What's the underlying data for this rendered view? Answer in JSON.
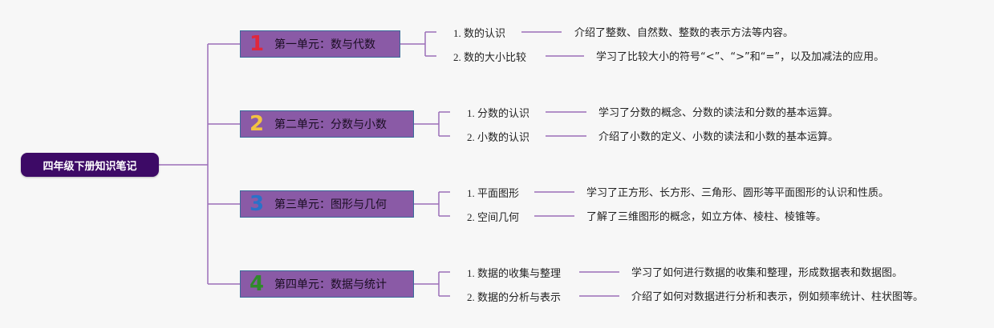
{
  "root": {
    "label": "四年级下册知识笔记"
  },
  "colors": {
    "line": "#9b6fb8",
    "root_bg": "#3d0a66",
    "unit_bg": "#8a5aa6",
    "unit_border": "#3a6a9a",
    "num1": "#e0283c",
    "num2": "#f2c341",
    "num3": "#2a72c8",
    "num4": "#2f8a2a"
  },
  "units": [
    {
      "number": "1",
      "title": "第一单元：数与代数",
      "topics": [
        {
          "label": "1. 数的认识",
          "description": "介绍了整数、自然数、整数的表示方法等内容。"
        },
        {
          "label": "2. 数的大小比较",
          "description": "学习了比较大小的符号“<”、“>”和“=”，以及加减法的应用。"
        }
      ]
    },
    {
      "number": "2",
      "title": "第二单元：分数与小数",
      "topics": [
        {
          "label": "1. 分数的认识",
          "description": "学习了分数的概念、分数的读法和分数的基本运算。"
        },
        {
          "label": "2. 小数的认识",
          "description": "介绍了小数的定义、小数的读法和小数的基本运算。"
        }
      ]
    },
    {
      "number": "3",
      "title": "第三单元：图形与几何",
      "topics": [
        {
          "label": "1. 平面图形",
          "description": "学习了正方形、长方形、三角形、圆形等平面图形的认识和性质。"
        },
        {
          "label": "2. 空间几何",
          "description": "了解了三维图形的概念，如立方体、棱柱、棱锥等。"
        }
      ]
    },
    {
      "number": "4",
      "title": "第四单元：数据与统计",
      "topics": [
        {
          "label": "1. 数据的收集与整理",
          "description": "学习了如何进行数据的收集和整理，形成数据表和数据图。"
        },
        {
          "label": "2. 数据的分析与表示",
          "description": "介绍了如何对数据进行分析和表示，例如频率统计、柱状图等。"
        }
      ]
    }
  ]
}
